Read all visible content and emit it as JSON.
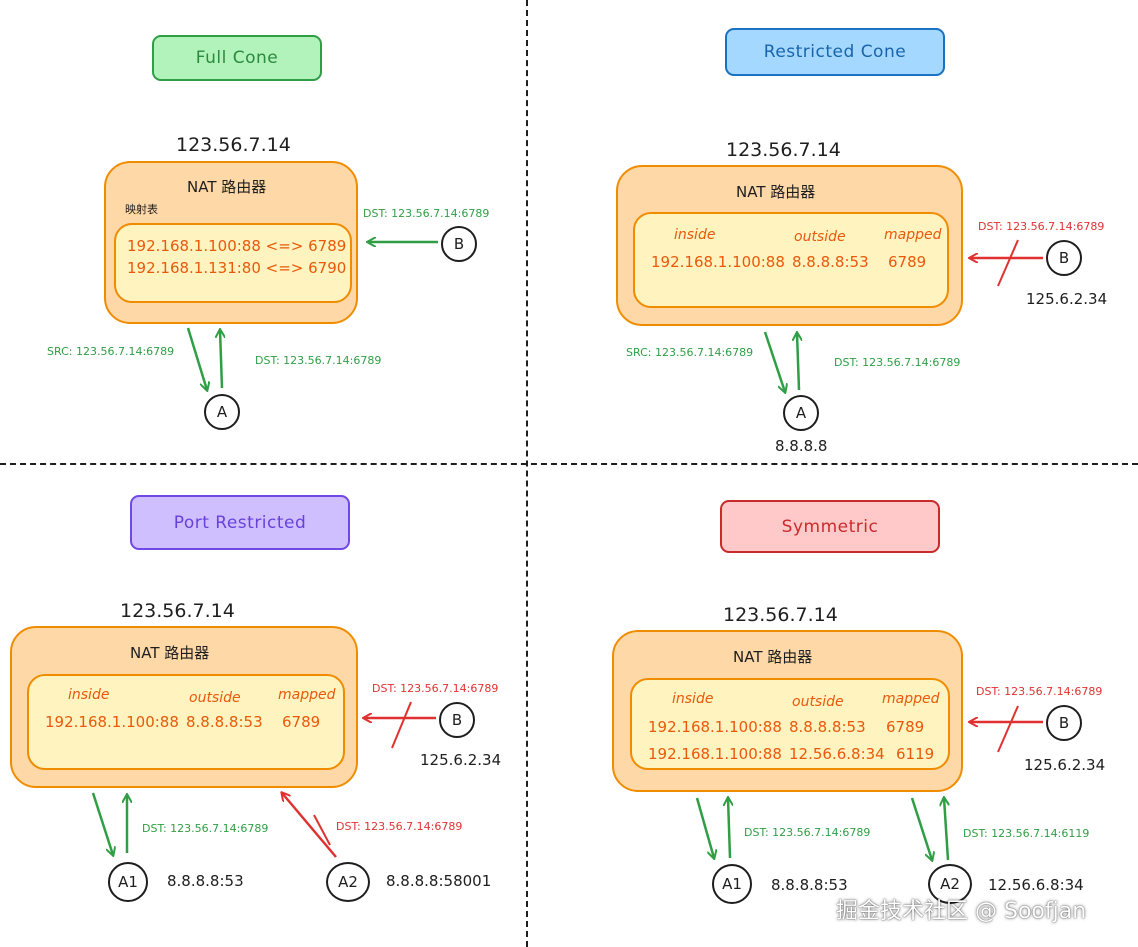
{
  "colors": {
    "green": "#2f9e44",
    "red": "#e03131",
    "orange": "#f08c00",
    "orange_text": "#e8590c",
    "router_fill": "#ffd8a8",
    "table_fill": "#fff3bf"
  },
  "full_cone": {
    "title": "Full Cone",
    "public_ip": "123.56.7.14",
    "router_label": "NAT 路由器",
    "table_label": "映射表",
    "rows": [
      "192.168.1.100:88 <=> 6789",
      "192.168.1.131:80 <=> 6790"
    ],
    "b_label": "B",
    "b_dst": "DST: 123.56.7.14:6789",
    "a_label": "A",
    "a_src": "SRC: 123.56.7.14:6789",
    "a_dst": "DST: 123.56.7.14:6789"
  },
  "restricted_cone": {
    "title": "Restricted Cone",
    "public_ip": "123.56.7.14",
    "router_label": "NAT 路由器",
    "headers": [
      "inside",
      "outside",
      "mapped"
    ],
    "row": [
      "192.168.1.100:88",
      "8.8.8.8:53",
      "6789"
    ],
    "b_label": "B",
    "b_ip": "125.6.2.34",
    "b_dst": "DST: 123.56.7.14:6789",
    "a_label": "A",
    "a_ip": "8.8.8.8",
    "a_src": "SRC: 123.56.7.14:6789",
    "a_dst": "DST: 123.56.7.14:6789"
  },
  "port_restricted": {
    "title": "Port Restricted",
    "public_ip": "123.56.7.14",
    "router_label": "NAT 路由器",
    "headers": [
      "inside",
      "outside",
      "mapped"
    ],
    "row": [
      "192.168.1.100:88",
      "8.8.8.8:53",
      "6789"
    ],
    "b_label": "B",
    "b_ip": "125.6.2.34",
    "b_dst": "DST: 123.56.7.14:6789",
    "a1_label": "A1",
    "a1_ip": "8.8.8.8:53",
    "a1_dst": "DST: 123.56.7.14:6789",
    "a2_label": "A2",
    "a2_ip": "8.8.8.8:58001",
    "a2_dst": "DST: 123.56.7.14:6789"
  },
  "symmetric": {
    "title": "Symmetric",
    "public_ip": "123.56.7.14",
    "router_label": "NAT 路由器",
    "headers": [
      "inside",
      "outside",
      "mapped"
    ],
    "rows": [
      [
        "192.168.1.100:88",
        "8.8.8.8:53",
        "6789"
      ],
      [
        "192.168.1.100:88",
        "12.56.6.8:34",
        "6119"
      ]
    ],
    "b_label": "B",
    "b_ip": "125.6.2.34",
    "b_dst": "DST: 123.56.7.14:6789",
    "a1_label": "A1",
    "a1_ip": "8.8.8.8:53",
    "a1_dst": "DST: 123.56.7.14:6789",
    "a2_label": "A2",
    "a2_ip": "12.56.6.8:34",
    "a2_dst": "DST: 123.56.7.14:6119"
  },
  "watermark": "掘金技术社区 @ Soofjan"
}
